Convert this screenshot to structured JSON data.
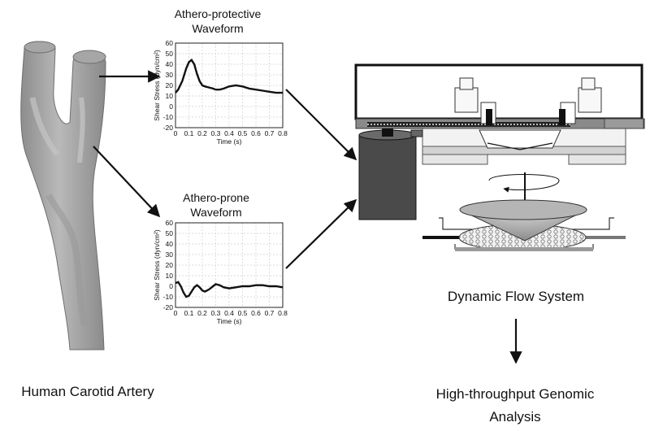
{
  "labels": {
    "artery": "Human Carotid Artery",
    "device": "Dynamic Flow System",
    "analysis_line1": "High-throughput Genomic",
    "analysis_line2": "Analysis"
  },
  "chart_data": [
    {
      "type": "line",
      "title": [
        "Athero-protective",
        "Waveform"
      ],
      "xlabel": "Time (s)",
      "ylabel": "Shear Stress (dyn/cm²)",
      "xlim": [
        0,
        0.8
      ],
      "ylim": [
        -20,
        60
      ],
      "xticks": [
        "0",
        "0.1",
        "0.2",
        "0.3",
        "0.4",
        "0.5",
        "0.6",
        "0.7",
        "0.8"
      ],
      "yticks": [
        "-20",
        "-10",
        "0",
        "10",
        "20",
        "30",
        "40",
        "50",
        "60"
      ],
      "grid": true,
      "series": [
        {
          "x": [
            0,
            0.02,
            0.05,
            0.08,
            0.1,
            0.12,
            0.14,
            0.16,
            0.18,
            0.2,
            0.22,
            0.25,
            0.28,
            0.3,
            0.33,
            0.36,
            0.4,
            0.45,
            0.5,
            0.55,
            0.6,
            0.65,
            0.7,
            0.75,
            0.8
          ],
          "y": [
            13,
            16,
            24,
            36,
            42,
            44,
            40,
            31,
            24,
            20,
            19,
            18,
            17,
            16,
            16,
            17,
            19,
            20,
            19,
            17,
            16,
            15,
            14,
            13,
            13
          ]
        }
      ]
    },
    {
      "type": "line",
      "title": [
        "Athero-prone",
        "Waveform"
      ],
      "xlabel": "Time (s)",
      "ylabel": "Shear Stress (dyn/cm²)",
      "xlim": [
        0,
        0.8
      ],
      "ylim": [
        -20,
        60
      ],
      "xticks": [
        "0",
        "0.1",
        "0.2",
        "0.3",
        "0.4",
        "0.5",
        "0.6",
        "0.7",
        "0.8"
      ],
      "yticks": [
        "-20",
        "-10",
        "0",
        "10",
        "20",
        "30",
        "40",
        "50",
        "60"
      ],
      "grid": true,
      "series": [
        {
          "x": [
            0,
            0.02,
            0.04,
            0.06,
            0.08,
            0.1,
            0.12,
            0.14,
            0.16,
            0.18,
            0.2,
            0.22,
            0.25,
            0.28,
            0.3,
            0.33,
            0.36,
            0.4,
            0.45,
            0.5,
            0.55,
            0.6,
            0.65,
            0.7,
            0.75,
            0.8
          ],
          "y": [
            3,
            4,
            0,
            -6,
            -10,
            -9,
            -5,
            -1,
            1,
            -1,
            -4,
            -5,
            -3,
            0,
            2,
            1,
            -1,
            -2,
            -1,
            0,
            0,
            1,
            1,
            0,
            0,
            -1
          ]
        }
      ]
    }
  ]
}
